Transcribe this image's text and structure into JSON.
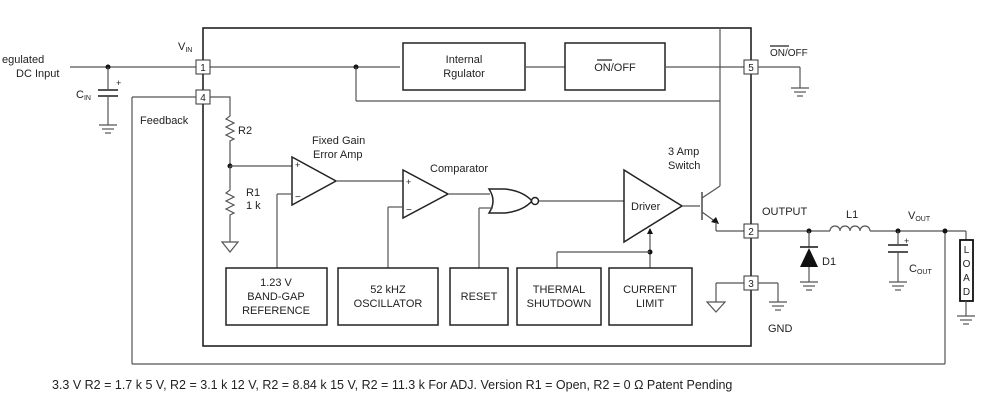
{
  "diagram": {
    "input_label_line1": "egulated",
    "input_label_line2": "DC Input",
    "vin_label": "V",
    "vin_sub": "IN",
    "cin_label": "C",
    "cin_sub": "IN",
    "feedback_label": "Feedback",
    "pins": {
      "p1": "1",
      "p2": "2",
      "p3": "3",
      "p4": "4",
      "p5": "5"
    },
    "blocks": {
      "internal_regulator": [
        "Internal",
        "Rgulator"
      ],
      "on_off": "ON/OFF",
      "bandgap": [
        "1.23 V",
        "BAND-GAP",
        "REFERENCE"
      ],
      "oscillator": [
        "52 kHZ",
        "OSCILLATOR"
      ],
      "reset": "RESET",
      "thermal": [
        "THERMAL",
        "SHUTDOWN"
      ],
      "current_limit": [
        "CURRENT",
        "LIMIT"
      ],
      "driver": "Driver"
    },
    "labels": {
      "r2": "R2",
      "r1": "R1",
      "r1_value": "1 k",
      "error_amp": [
        "Fixed Gain",
        "Error Amp"
      ],
      "comparator": "Comparator",
      "switch": [
        "3 Amp",
        "Switch"
      ],
      "on_off_pin": "ON/OFF",
      "output": "OUTPUT",
      "l1": "L1",
      "d1": "D1",
      "vout": "V",
      "vout_sub": "OUT",
      "cout": "C",
      "cout_sub": "OUT",
      "gnd": "GND",
      "load": [
        "L",
        "O",
        "A",
        "D"
      ],
      "plus": "+",
      "minus": "−"
    },
    "caption": "3.3 V R2 = 1.7 k 5 V, R2 = 3.1 k 12 V, R2 = 8.84 k 15 V, R2 = 11.3 k For ADJ. Version R1 = Open, R2 = 0 Ω Patent Pending"
  }
}
